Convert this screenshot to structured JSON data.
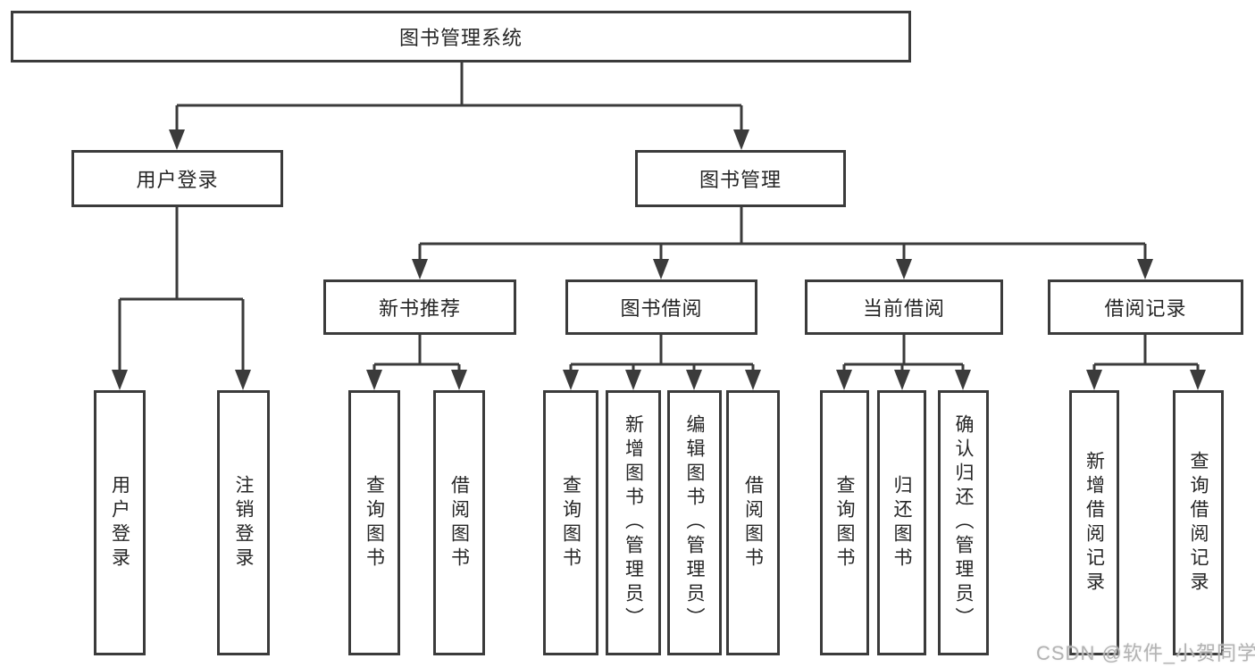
{
  "diagram": {
    "root": {
      "label": "图书管理系统"
    },
    "branches": [
      {
        "label": "用户登录",
        "children": [
          {
            "label": "用户登录"
          },
          {
            "label": "注销登录"
          }
        ]
      },
      {
        "label": "图书管理",
        "children": [
          {
            "label": "新书推荐",
            "children": [
              {
                "label": "查询图书"
              },
              {
                "label": "借阅图书"
              }
            ]
          },
          {
            "label": "图书借阅",
            "children": [
              {
                "label": "查询图书"
              },
              {
                "label": "新增图书（管理员）"
              },
              {
                "label": "编辑图书（管理员）"
              },
              {
                "label": "借阅图书"
              }
            ]
          },
          {
            "label": "当前借阅",
            "children": [
              {
                "label": "查询图书"
              },
              {
                "label": "归还图书"
              },
              {
                "label": "确认归还（管理员）"
              }
            ]
          },
          {
            "label": "借阅记录",
            "children": [
              {
                "label": "新增借阅记录"
              },
              {
                "label": "查询借阅记录"
              }
            ]
          }
        ]
      }
    ]
  },
  "watermark": {
    "text": "CSDN @软件_小贺同学"
  },
  "colors": {
    "line": "#3b3b3b",
    "border": "#3b3b3b",
    "text": "#262626",
    "box_background": "#ffffff",
    "watermark": "#b3b3b3"
  }
}
